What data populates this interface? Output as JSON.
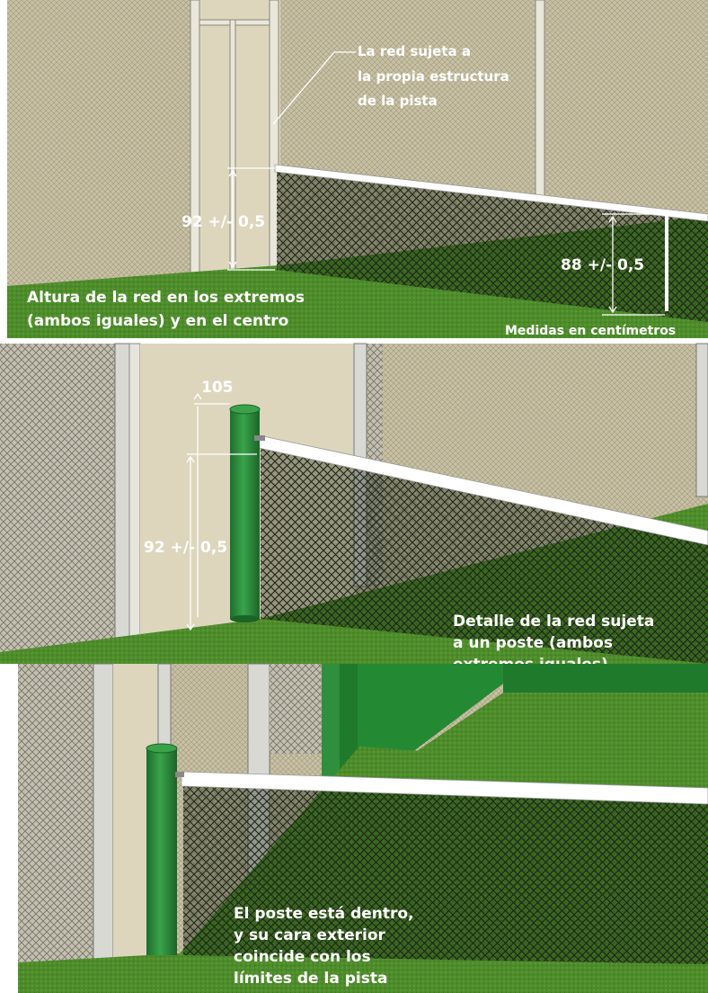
{
  "panels": [
    {
      "id": "net-attached-to-court",
      "callout": [
        "La red sujeta a",
        "la propia estructura",
        "de la pista"
      ],
      "end_height": "92 +/- 0,5",
      "center_height": "88 +/- 0,5",
      "caption": [
        "Altura de la red en los extremos",
        "(ambos iguales) y en el centro"
      ],
      "units_note": "Medidas en centímetros"
    },
    {
      "id": "net-attached-to-post",
      "post_height": "105",
      "net_height": "92 +/- 0,5",
      "caption": [
        "Detalle de la red sujeta",
        "a un poste (ambos",
        "extremos iguales)"
      ]
    },
    {
      "id": "post-inside-court",
      "caption": [
        "El poste está dentro,",
        "y su cara exterior",
        "coincide con los",
        "límites de la pista"
      ]
    }
  ],
  "colors": {
    "wall": "#c9c2a6",
    "door": "#ddd6bd",
    "grass": "#4f8a2c",
    "post": "#2a8a3a",
    "net": "#2d3b24",
    "tape": "#ffffff"
  }
}
